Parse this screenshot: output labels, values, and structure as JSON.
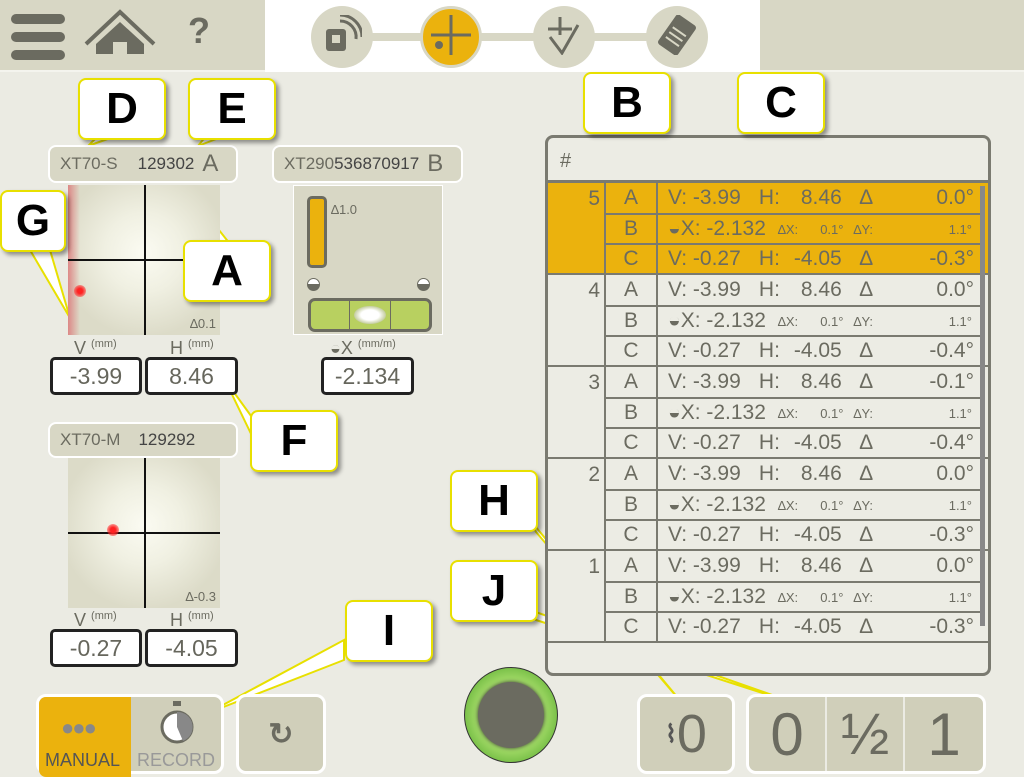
{
  "nav": {
    "menu_icon": "hamburger-icon",
    "home_icon": "home-icon",
    "help_label": "?"
  },
  "stepper": [
    {
      "icon": "wireless-device-icon"
    },
    {
      "icon": "crosshair-measure-icon",
      "active": true
    },
    {
      "icon": "check-level-icon"
    },
    {
      "icon": "report-icon"
    }
  ],
  "sensor_s": {
    "model": "XT70-S",
    "serial": "129302",
    "letter": "A",
    "tolerance": "0.1",
    "v_label": "V",
    "h_label": "H",
    "unit": "(mm)",
    "v_value": "-3.99",
    "h_value": "8.46"
  },
  "sensor_m": {
    "model": "XT70-M",
    "serial": "129292",
    "tolerance": "-0.3",
    "v_label": "V",
    "h_label": "H",
    "unit": "(mm)",
    "v_value": "-0.27",
    "h_value": "-4.05"
  },
  "sensor_b": {
    "model": "XT290",
    "serial": "536870917",
    "letter": "B",
    "tolerance": "1.0",
    "x_label": "X",
    "unit": "(mm/m)",
    "x_value": "-2.134"
  },
  "table": {
    "header": "#",
    "groups": [
      {
        "num": "5",
        "selected": true,
        "a": {
          "v": "-3.99",
          "h": "8.46",
          "ang": "0.0°"
        },
        "b": {
          "x": "-2.132",
          "dx": "0.1°",
          "dy": "1.1°"
        },
        "c": {
          "v": "-0.27",
          "h": "-4.05",
          "ang": "-0.3°"
        }
      },
      {
        "num": "4",
        "a": {
          "v": "-3.99",
          "h": "8.46",
          "ang": "0.0°"
        },
        "b": {
          "x": "-2.132",
          "dx": "0.1°",
          "dy": "1.1°"
        },
        "c": {
          "v": "-0.27",
          "h": "-4.05",
          "ang": "-0.4°"
        }
      },
      {
        "num": "3",
        "a": {
          "v": "-3.99",
          "h": "8.46",
          "ang": "-0.1°"
        },
        "b": {
          "x": "-2.132",
          "dx": "0.1°",
          "dy": "1.1°"
        },
        "c": {
          "v": "-0.27",
          "h": "-4.05",
          "ang": "-0.4°"
        }
      },
      {
        "num": "2",
        "a": {
          "v": "-3.99",
          "h": "8.46",
          "ang": "0.0°"
        },
        "b": {
          "x": "-2.132",
          "dx": "0.1°",
          "dy": "1.1°"
        },
        "c": {
          "v": "-0.27",
          "h": "-4.05",
          "ang": "-0.3°"
        }
      },
      {
        "num": "1",
        "a": {
          "v": "-3.99",
          "h": "8.46",
          "ang": "0.0°"
        },
        "b": {
          "x": "-2.132",
          "dx": "0.1°",
          "dy": "1.1°"
        },
        "c": {
          "v": "-0.27",
          "h": "-4.05",
          "ang": "-0.3°"
        }
      }
    ],
    "labels": {
      "a": "A",
      "b": "B",
      "c": "C",
      "v": "V:",
      "h": "H:",
      "x": "X:",
      "dx": "X:",
      "dy": "Y:"
    }
  },
  "bottom": {
    "manual": "MANUAL",
    "record": "RECORD",
    "filter_value": "0",
    "res": [
      "0",
      "½",
      "1"
    ]
  },
  "callouts": [
    "A",
    "B",
    "C",
    "D",
    "E",
    "F",
    "G",
    "H",
    "I",
    "J"
  ],
  "colors": {
    "accent": "#ebb20d",
    "panel": "#d8d7c5",
    "green": "#5cb82e"
  }
}
